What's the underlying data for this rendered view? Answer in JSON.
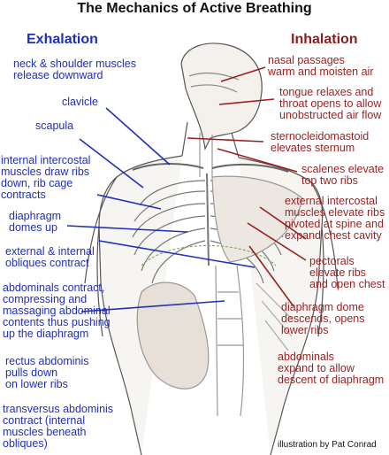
{
  "title": "The Mechanics of Active Breathing",
  "headings": {
    "exhalation": "Exhalation",
    "inhalation": "Inhalation"
  },
  "colors": {
    "exhalation": "#1f2fb8",
    "inhalation": "#991f1f",
    "title": "#111111"
  },
  "exhalation_labels": [
    "neck & shoulder muscles\nrelease downward",
    "clavicle",
    "scapula",
    "internal intercostal\nmuscles draw ribs\ndown, rib cage\ncontracts",
    "diaphragm\ndomes up",
    "external & internal\nobliques contract",
    "abdominals contract,\ncompressing and\nmassaging abdominal\ncontents thus pushing\nup the diaphragm",
    "rectus abdominis\npulls down\non lower ribs",
    "transversus abdominis\ncontract (internal\nmuscles beneath\nobliques)"
  ],
  "inhalation_labels": [
    "nasal passages\nwarm and moisten air",
    "tongue relaxes and\nthroat opens to allow\nunobstructed air flow",
    "sternocleidomastoid\nelevates sternum",
    "scalenes elevate\ntop two ribs",
    "external intercostal\nmuscles elevate ribs\npivoted at spine and\nexpand chest cavity",
    "pectorals\nelevate ribs\nand open chest",
    "diaphragm dome\ndescends, opens\nlower ribs",
    "abdominals\nexpand to allow\ndescent of diaphragm"
  ],
  "credit": "illustration by Pat Conrad"
}
